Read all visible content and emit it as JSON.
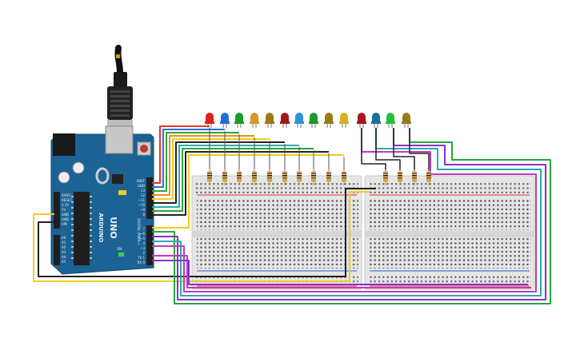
{
  "arduino": {
    "brand": "ARDUINO",
    "model": "UNO",
    "digital_header": "DIGITAL (PWM~)",
    "pin_labels_top": [
      "AREF",
      "GND",
      "13",
      "12",
      "~11",
      "~10",
      "~9",
      "8"
    ],
    "pin_labels_bottom": [
      "7",
      "~6",
      "~5",
      "4",
      "~3",
      "2",
      "TX 1",
      "RX 0"
    ],
    "power_labels": [
      "IOREF",
      "RESET",
      "3.3V",
      "5V",
      "GND",
      "GND",
      "VIN"
    ],
    "analog_labels": [
      "A0",
      "A1",
      "A2",
      "A3",
      "A4",
      "A5"
    ],
    "on_label": "ON"
  },
  "leds": [
    {
      "color": "#e01f1f"
    },
    {
      "color": "#1f6fd6"
    },
    {
      "color": "#1c9a2e"
    },
    {
      "color": "#d9962b"
    },
    {
      "color": "#9b7b14"
    },
    {
      "color": "#a21a1a"
    },
    {
      "color": "#2f93d8"
    },
    {
      "color": "#1c9a2e"
    },
    {
      "color": "#9b7b14"
    },
    {
      "color": "#d2b11e"
    },
    {
      "color": "#a21a1a"
    },
    {
      "color": "#1d6f9a"
    },
    {
      "color": "#23c13a"
    },
    {
      "color": "#9b7b14"
    }
  ],
  "wire_colors": {
    "red": "#e5342c",
    "green": "#2aa63a",
    "orange": "#ee8d2a",
    "yellow": "#f2cc20",
    "purple": "#8a2fc8",
    "magenta": "#c13ab8",
    "teal": "#29a9b4",
    "blue": "#2c6fd6",
    "black": "#222222"
  }
}
